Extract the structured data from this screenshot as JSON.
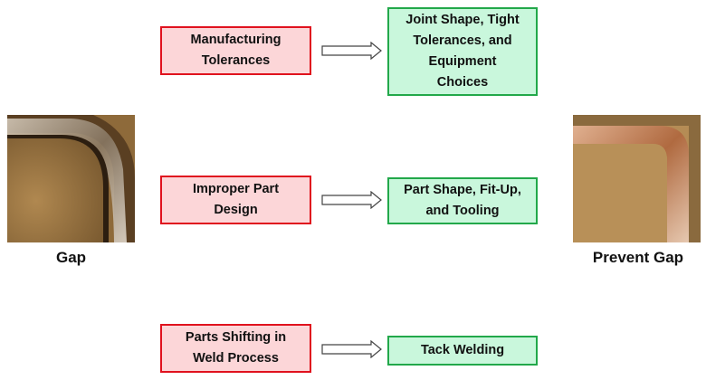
{
  "rows": [
    {
      "cause": "Manufacturing Tolerances",
      "cause_lines": [
        "Manufacturing",
        "Tolerances"
      ],
      "solution": "Joint Shape, Tight Tolerances, and Equipment Choices",
      "solution_lines": [
        "Joint Shape, Tight",
        "Tolerances, and",
        "Equipment",
        "Choices"
      ]
    },
    {
      "cause": "Improper Part Design",
      "cause_lines": [
        "Improper Part",
        "Design"
      ],
      "solution": "Part Shape, Fit-Up, and Tooling",
      "solution_lines": [
        "Part Shape, Fit-Up,",
        "and Tooling"
      ]
    },
    {
      "cause": "Parts Shifting in Weld Process",
      "cause_lines": [
        "Parts Shifting in",
        "Weld Process"
      ],
      "solution": "Tack Welding",
      "solution_lines": [
        "Tack Welding"
      ]
    }
  ],
  "images": {
    "left_caption": "Gap",
    "right_caption": "Prevent Gap"
  },
  "colors": {
    "cause_fill": "#fcd6d8",
    "cause_border": "#e0121e",
    "solution_fill": "#c9f7dc",
    "solution_border": "#22a84a"
  }
}
